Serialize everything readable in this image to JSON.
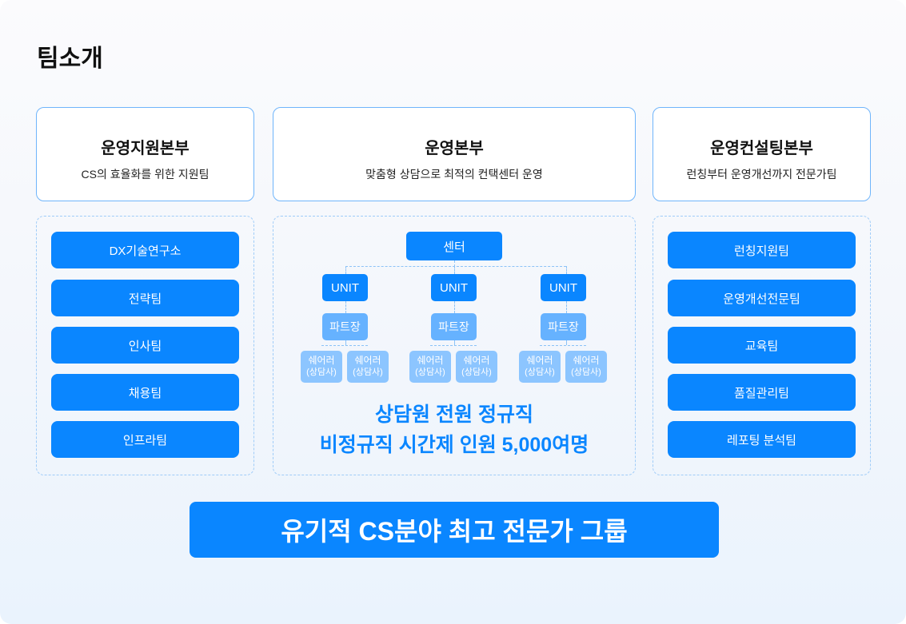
{
  "title": "팀소개",
  "divisions": [
    {
      "title": "운영지원본부",
      "subtitle": "CS의 효율화를 위한 지원팀",
      "teams": [
        "DX기술연구소",
        "전략팀",
        "인사팀",
        "채용팀",
        "인프라팀"
      ]
    },
    {
      "title": "운영본부",
      "subtitle": "맞춤형 상담으로 최적의 컨택센터 운영"
    },
    {
      "title": "운영컨설팅본부",
      "subtitle": "런칭부터 운영개선까지 전문가팀",
      "teams": [
        "런칭지원팀",
        "운영개선전문팀",
        "교육팀",
        "품질관리팀",
        "레포팅 분석팀"
      ]
    }
  ],
  "org": {
    "center": "센터",
    "unit": "UNIT",
    "part": "파트장",
    "sharer": "쉐어러",
    "sharer_sub": "(상담사)"
  },
  "highlight": [
    "상담원 전원 정규직",
    "비정규직 시간제 인원 5,000여명"
  ],
  "banner": "유기적 CS분야 최고 전문가 그룹",
  "colors": {
    "primary": "#0a86ff",
    "part": "#66b2ff",
    "sharer": "#8cc5ff"
  }
}
